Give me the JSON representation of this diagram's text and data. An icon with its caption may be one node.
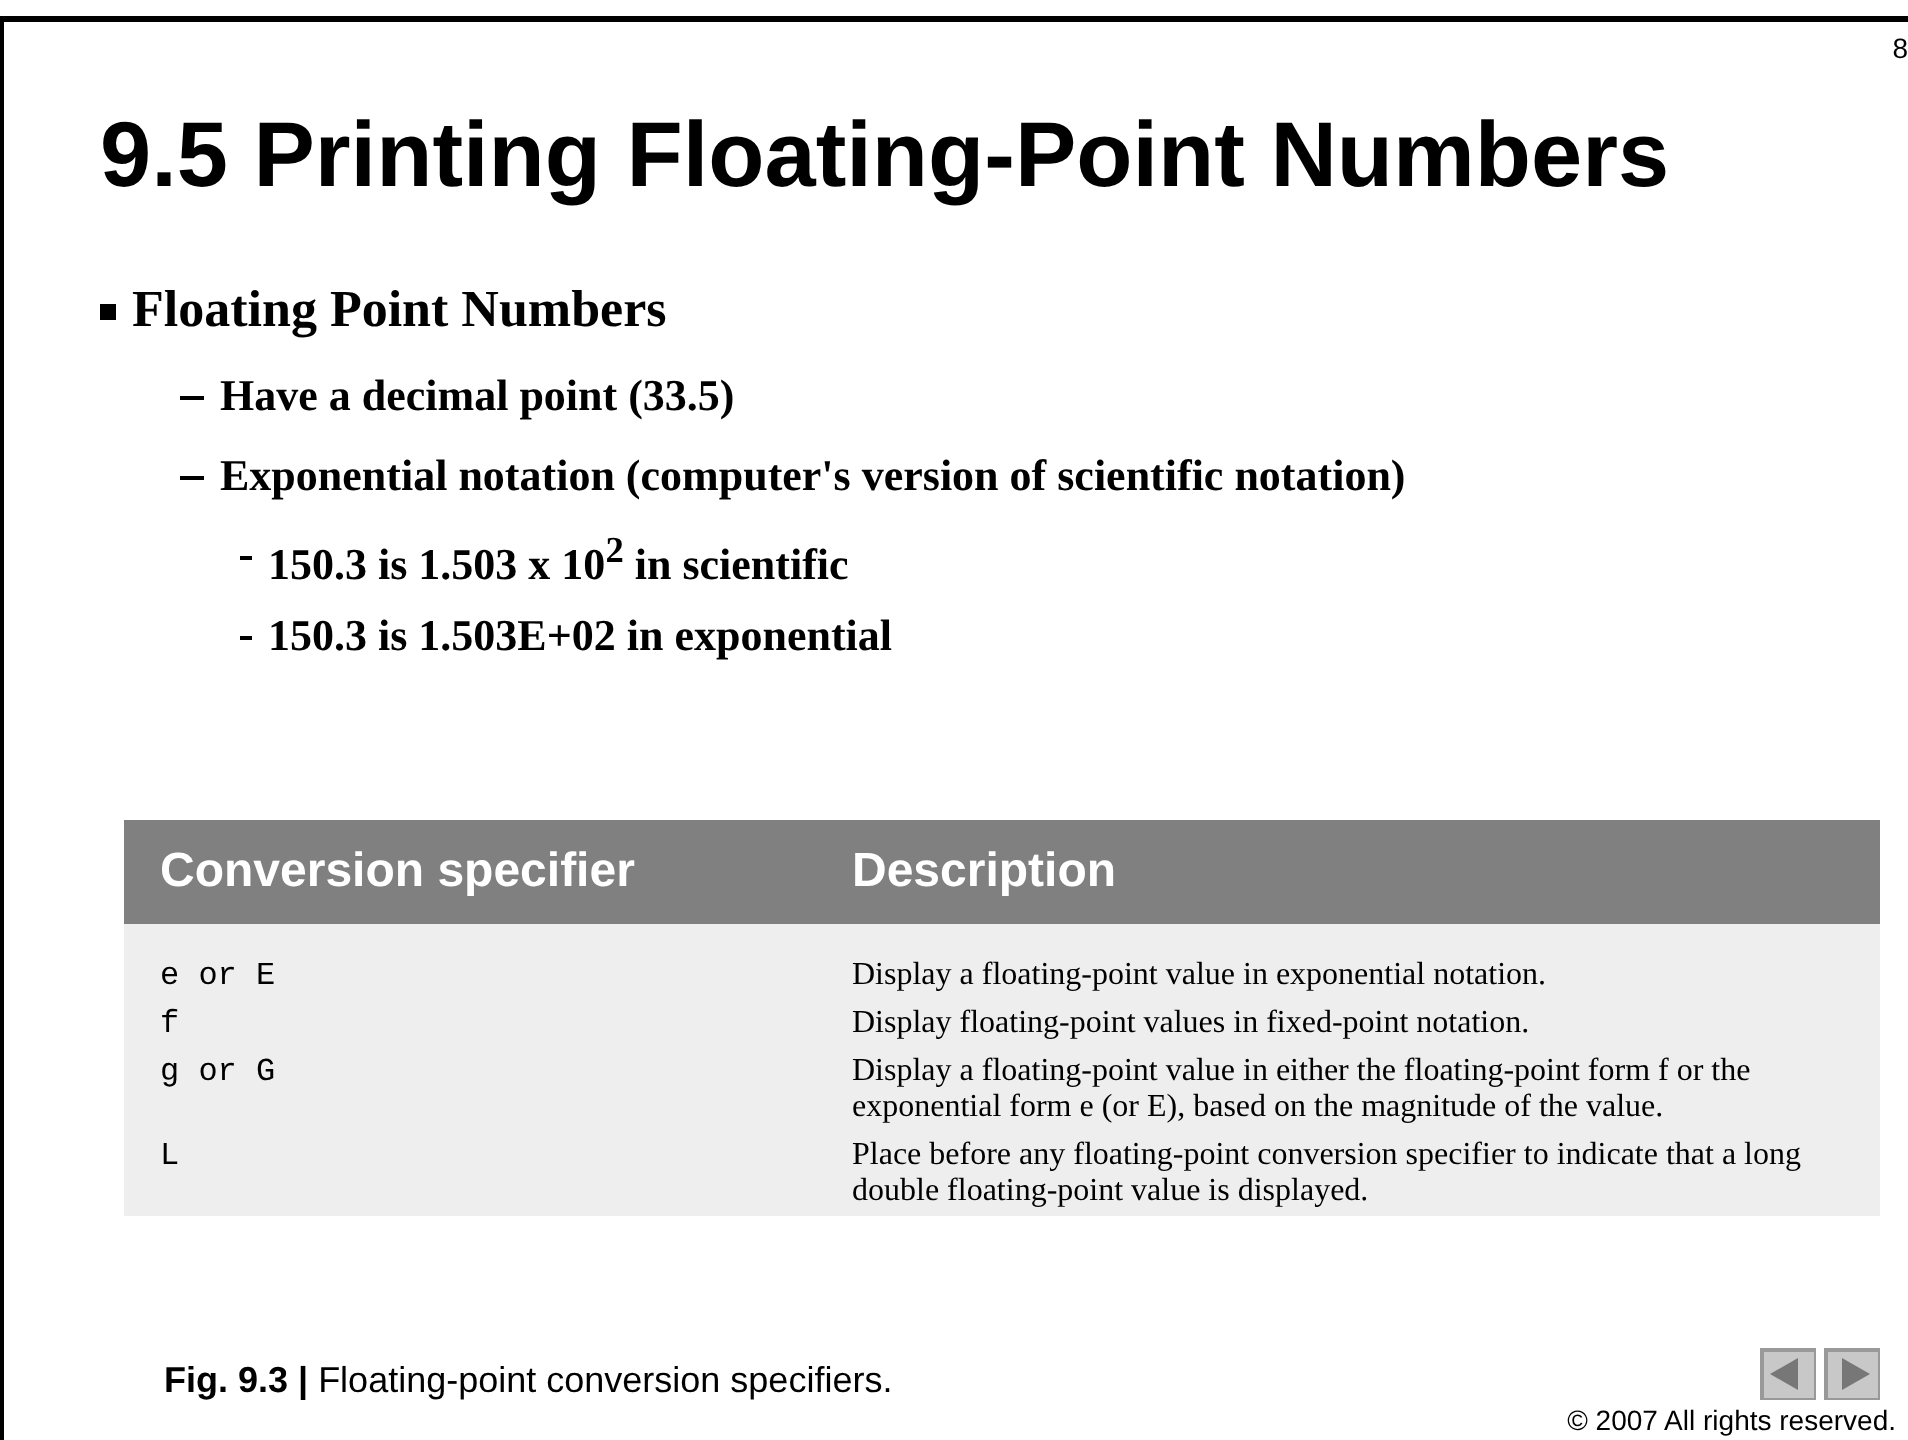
{
  "diagram": {
    "title": "9.5 Printing Floating-Point Numbers",
    "caption": "**Fig. 9.3 |** Floating-point conversion specifiers.",
    "labels": [
      "8",
      "Floating Point Numbers",
      "Have a decimal point (33.5)",
      "Exponential notation (computer's version of scientific notation)",
      "150.3 is 1.503 x 10$^{2}$ in scientific",
      "150.3 is 1.503E+02 in exponential",
      "Conversion specifier",
      "Description",
      "e or E",
      "Display a floating-point value in exponential notation.",
      "f",
      "Display floating-point values in fixed-point notation.",
      "g or G",
      "Display a floating-point value in either the floating-point form f or the exponential form e (or E), based on the magnitude of the value.",
      "L",
      "Place before any floating-point conversion specifier to indicate that a long double floating-point value is displayed.",
      "© 2007 All rights reserved."
    ]
  }
}
